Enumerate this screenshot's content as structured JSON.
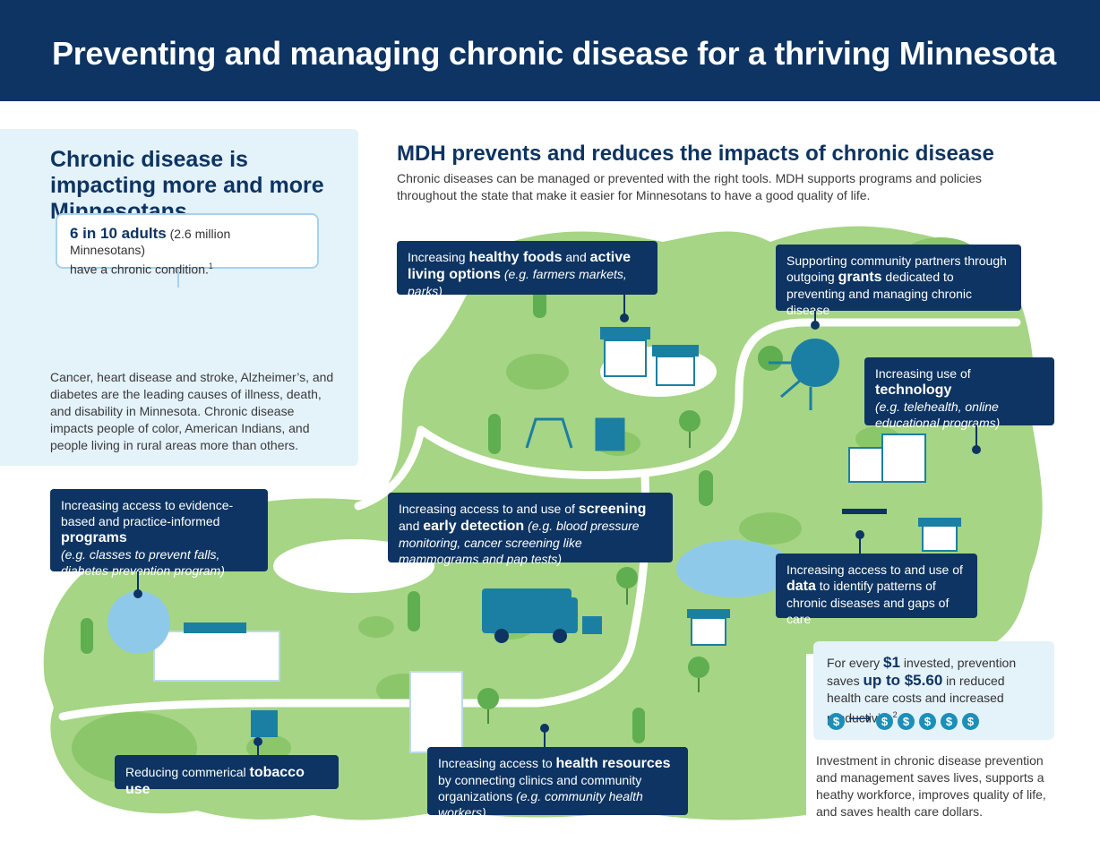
{
  "header": {
    "title": "Preventing and managing chronic disease for a thriving Minnesota"
  },
  "left_panel": {
    "title": "Chronic disease is impacting more and more Minnesotans",
    "stat_bold": "6 in 10 adults",
    "stat_paren": " (2.6 million Minnesotans)",
    "stat_rest": "have a chronic condition.",
    "stat_footnote": "1",
    "body": "Cancer, heart disease and stroke, Alzheimer’s, and diabetes are the leading causes of illness, death, and disability in Minnesota. Chronic disease impacts people of color, American Indians, and people living in rural areas more than others."
  },
  "mdh": {
    "title": "MDH prevents and reduces the impacts of chronic disease",
    "intro": "Chronic diseases can be managed or prevented with the right tools. MDH supports programs and policies throughout the state that make it easier for Minnesotans to have a good quality of life."
  },
  "callouts": {
    "foods": {
      "pre": "Increasing ",
      "b1": "healthy foods",
      "mid": " and ",
      "b2": "active living options",
      "ex": " (e.g. farmers markets, parks)"
    },
    "grants": {
      "pre": "Supporting community partners through outgoing ",
      "b1": "grants",
      "post": " dedicated to preventing and managing chronic disease"
    },
    "technology": {
      "pre": "Increasing use of ",
      "b1": "technology",
      "ex": "(e.g. telehealth, online educational programs)"
    },
    "programs": {
      "pre": "Increasing access to evidence-based and practice-informed ",
      "b1": "programs",
      "ex": "(e.g. classes to prevent falls, diabetes prevention program)"
    },
    "screening": {
      "pre": "Increasing access to and use of ",
      "b1": "screening",
      "mid": " and ",
      "b2": "early detection",
      "ex": " (e.g. blood pressure monitoring, cancer screening like mammograms and pap tests)"
    },
    "data": {
      "pre": "Increasing access to and use of ",
      "b1": "data",
      "post": " to identify patterns of chronic diseases and gaps of care"
    },
    "tobacco": {
      "pre": "Reducing commerical ",
      "b1": "tobacco use"
    },
    "resources": {
      "pre": "Increasing access to ",
      "b1": "health resources",
      "post": " by connecting clinics and community organizations ",
      "ex": "(e.g. community health workers)"
    }
  },
  "roi": {
    "pre": "For every ",
    "b1": "$1",
    "mid": " invested, prevention saves ",
    "b2": "up to $5.60",
    "post": " in reduced health care costs and increased productivity.",
    "footnote": "2",
    "coin_symbol": "$",
    "arrow": "⟶"
  },
  "closing": "Investment in chronic disease prevention and management saves lives, supports a heathy workforce, improves quality of life, and saves health care dollars.",
  "colors": {
    "navy": "#0d3462",
    "light_blue": "#e4f2fa",
    "green": "#9fd07e",
    "teal": "#1b7fa3",
    "path": "#ffffff",
    "lake": "#8fc9ea"
  },
  "icons": [
    "dollar-icon",
    "heart-icon",
    "no-smoking-icon",
    "first-aid-icon",
    "bus-stop-icon"
  ]
}
